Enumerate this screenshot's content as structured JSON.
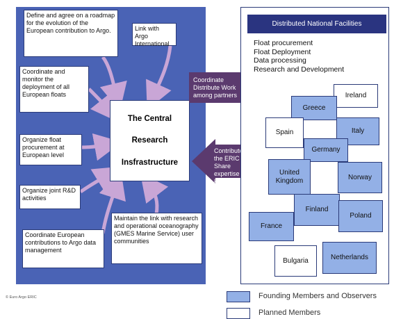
{
  "left_boxes": {
    "roadmap": "Define and agree on a roadmap for the evolution of the European contribution to Argo.",
    "link_argo": "Link with Argo International",
    "coordinate_floats": "Coordinate and monitor the deployment of all European floats",
    "procurement": "Organize float procurement at European level",
    "rnd": "Organize joint R&D activities",
    "data_mgmt": "Coordinate European contributions to Argo data management",
    "gmes": "Maintain the link with research and operational oceanography (GMES Marine Service) user communities"
  },
  "central": {
    "line1": "The Central",
    "line2": "Research",
    "line3": "Insfrastructure"
  },
  "arrows": {
    "coordinate": "Coordinate Distribute Work among partners",
    "contribute": "Contribute to the ERIC Share expertise and knowledge"
  },
  "right_panel": {
    "title": "Distributed National Facilities",
    "facilities": [
      "Float procurement",
      "Float Deployment",
      "Data processing",
      "Research and Development"
    ]
  },
  "countries": {
    "ireland": "Ireland",
    "greece": "Greece",
    "spain": "Spain",
    "italy": "Italy",
    "germany": "Germany",
    "uk": "United Kingdom",
    "norway": "Norway",
    "finland": "Finland",
    "france": "France",
    "poland": "Poland",
    "bulgaria": "Bulgaria",
    "netherlands": "Netherlands"
  },
  "legend": {
    "founding": "Founding Members and Observers",
    "planned": "Planned Members"
  },
  "copyright": "© Euro Argo ERIC",
  "colors": {
    "panel_blue": "#4a63b5",
    "dark_navy": "#2a3480",
    "arrow_purple": "#5b3a6e",
    "founding_fill": "#93b0e6",
    "curved_arrow": "#c9a6d6"
  }
}
